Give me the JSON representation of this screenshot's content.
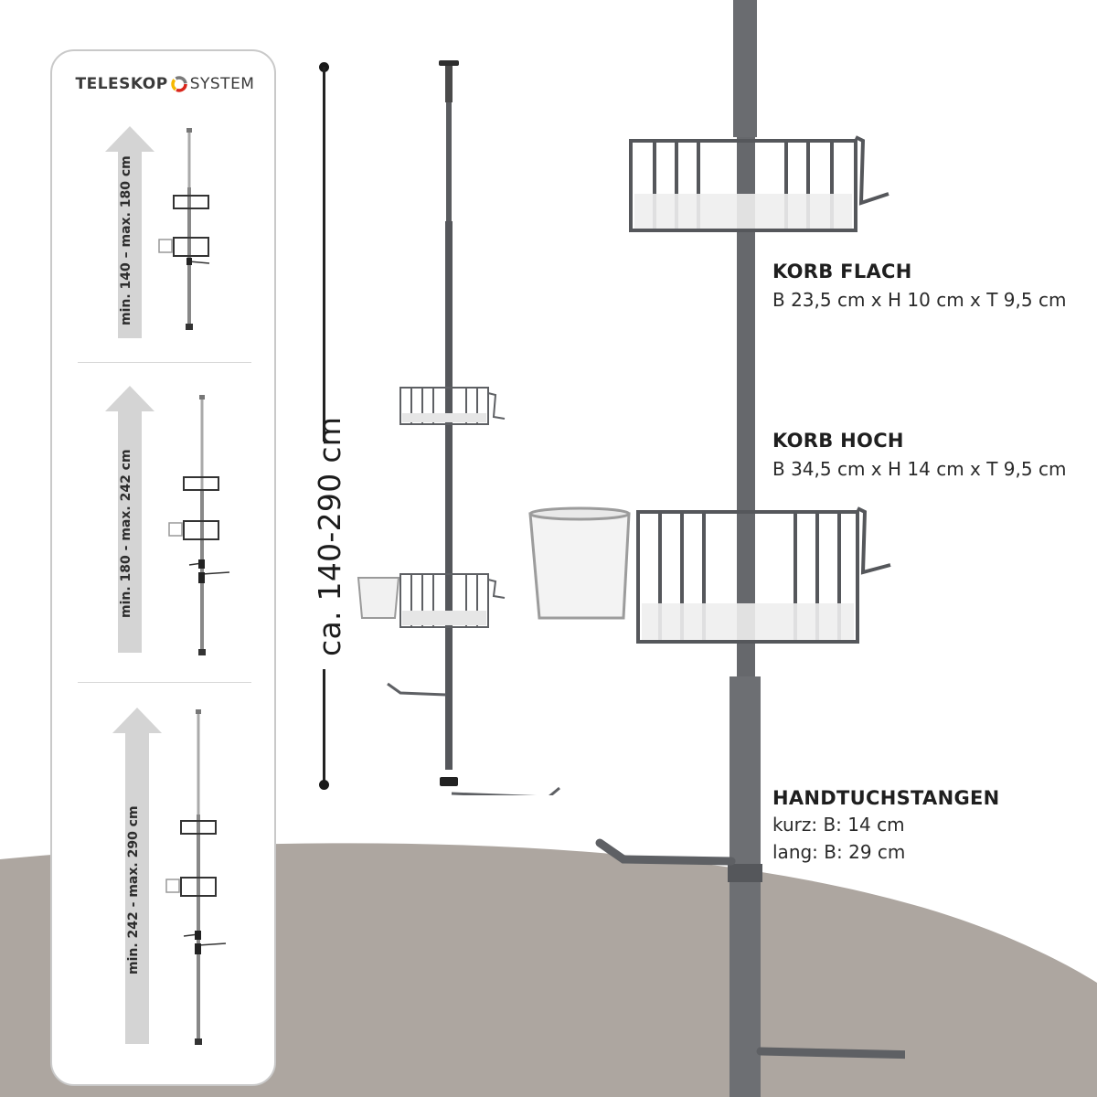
{
  "brand": {
    "word1": "TELESKOP",
    "word2": "SYSTEM"
  },
  "colors": {
    "brand_red": "#d9261c",
    "brand_yellow": "#f6b800",
    "brand_grey": "#7a7a7a",
    "floor": "#ada6a0",
    "metal": "#5e6064"
  },
  "ranges": [
    {
      "label": "min. 140 – max. 180 cm"
    },
    {
      "label": "min. 180 - max. 242 cm"
    },
    {
      "label": "min. 242 - max. 290 cm"
    }
  ],
  "height_label": "ca. 140-290 cm",
  "specs": [
    {
      "title": "KORB FLACH",
      "lines": [
        "B 23,5 cm x H 10 cm x T 9,5 cm"
      ]
    },
    {
      "title": "KORB HOCH",
      "lines": [
        "B 34,5 cm x H 14 cm x T 9,5 cm"
      ]
    },
    {
      "title": "HANDTUCHSTANGEN",
      "lines": [
        "kurz: B: 14 cm",
        "lang: B: 29 cm"
      ]
    }
  ]
}
